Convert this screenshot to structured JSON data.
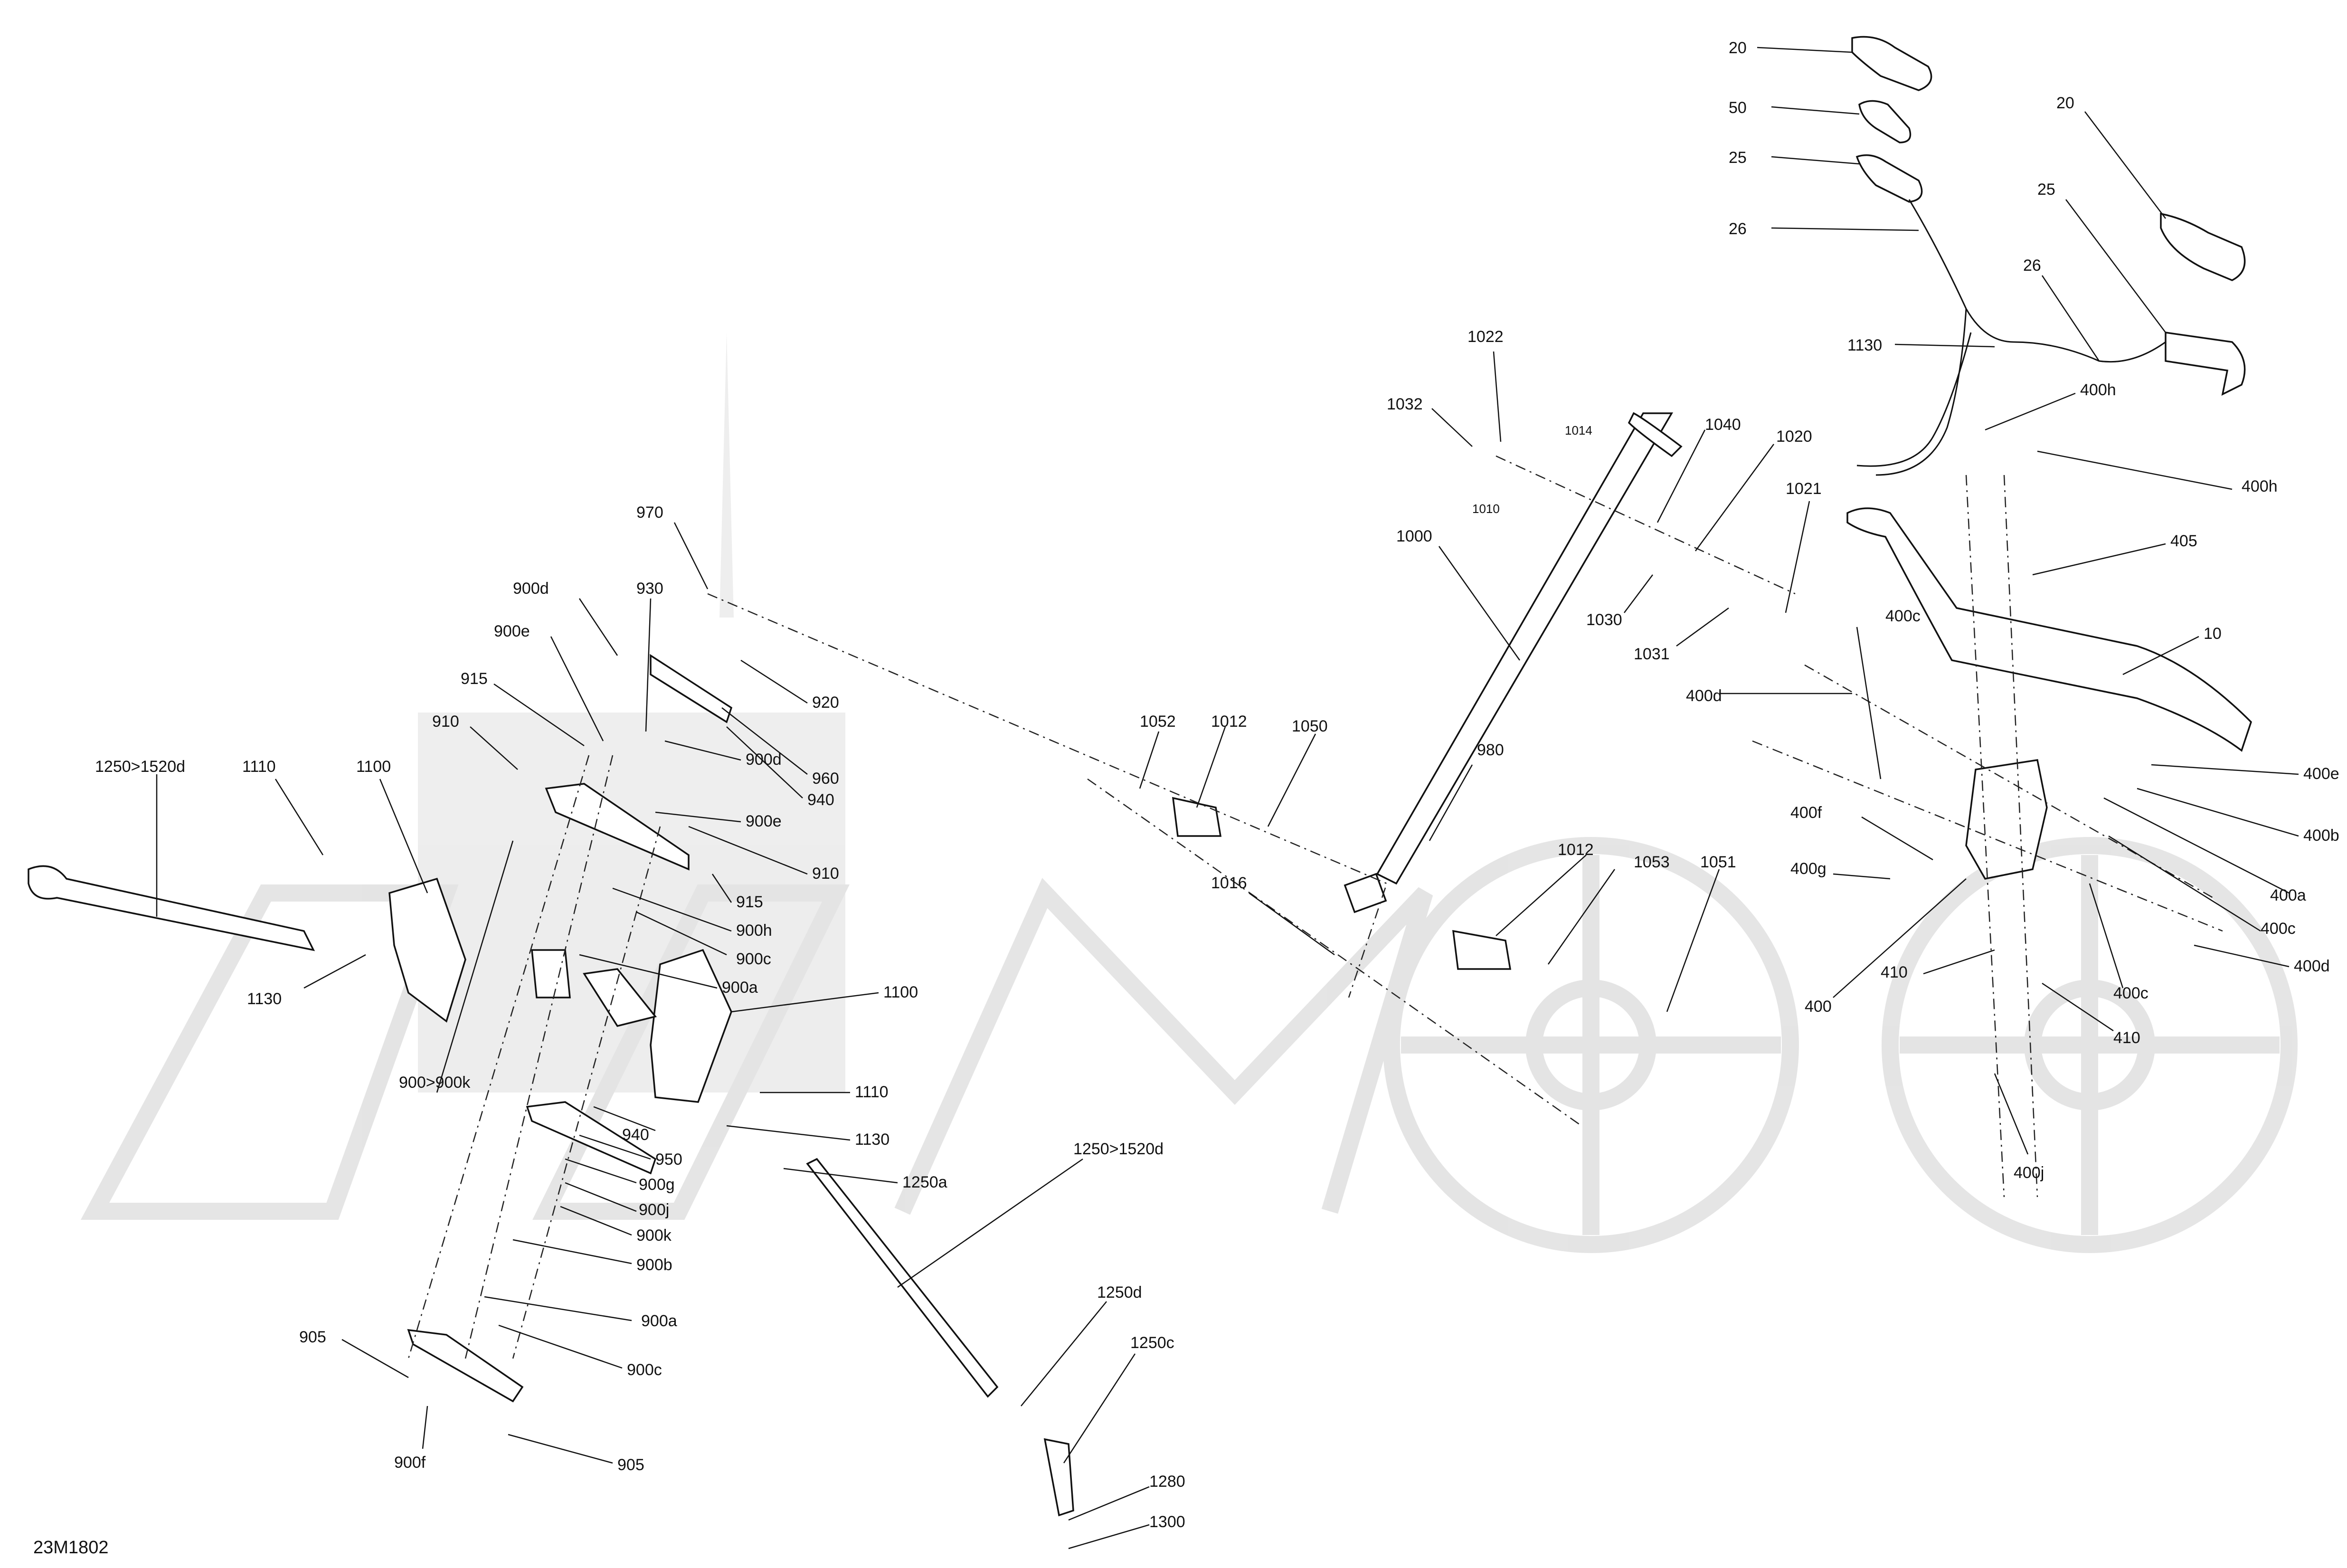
{
  "diagram": {
    "reference_code": "23M1802",
    "watermark": "",
    "callouts": [
      "20",
      "50",
      "25",
      "26",
      "20",
      "25",
      "26",
      "1130",
      "400h",
      "400h",
      "405",
      "10",
      "400c",
      "400d",
      "400e",
      "400b",
      "400f",
      "400a",
      "400g",
      "400c",
      "400d",
      "400c",
      "410",
      "410",
      "400",
      "400j",
      "1022",
      "1032",
      "1014",
      "1010",
      "1040",
      "1020",
      "1021",
      "1000",
      "1030",
      "1031",
      "980",
      "1052",
      "1012",
      "1050",
      "1016",
      "1012",
      "1053",
      "1051",
      "970",
      "900d",
      "930",
      "900e",
      "920",
      "915",
      "910",
      "960",
      "940",
      "900d",
      "900e",
      "910",
      "915",
      "900h",
      "900c",
      "900a",
      "1250>1520d",
      "1110",
      "1100",
      "1130",
      "900>900k",
      "1100",
      "1110",
      "1130",
      "940",
      "950",
      "900g",
      "900j",
      "900k",
      "900b",
      "900a",
      "900c",
      "1250a",
      "1250>1520d",
      "1250d",
      "1250c",
      "1280",
      "1300",
      "905",
      "900f",
      "905"
    ]
  }
}
